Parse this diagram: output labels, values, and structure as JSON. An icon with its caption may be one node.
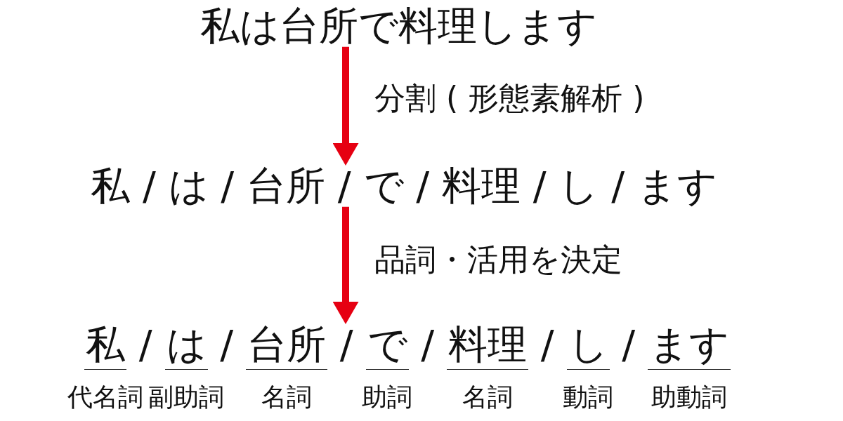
{
  "diagram": {
    "nodes": [
      {
        "text": [
          "私は台所で料理します"
        ]
      },
      {
        "text": [
          "私 / は / 台所 / で / 料理 / し / ます"
        ]
      },
      {
        "text": [
          "私 / は / 台所 / で / 料理 / し / ます"
        ]
      }
    ],
    "edges": [
      {
        "from": 0,
        "to": 1,
        "arrow": "to",
        "label": "分割 ( 形態素解析 )"
      },
      {
        "from": 1,
        "to": 2,
        "arrow": "to",
        "label": "品詞・活用を決定"
      }
    ],
    "labels": [
      "代名詞",
      "副助詞",
      "名詞",
      "助詞",
      "名詞",
      "動詞",
      "助動詞"
    ]
  }
}
